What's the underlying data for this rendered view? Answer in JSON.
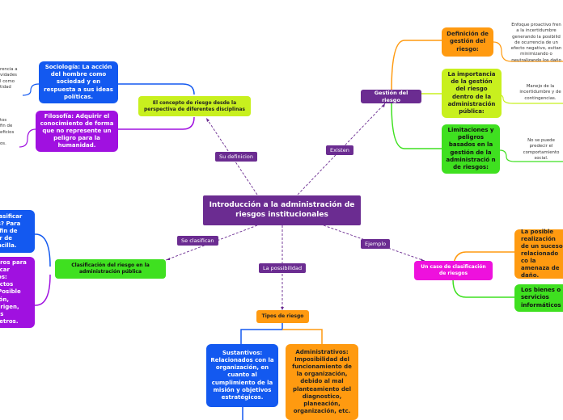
{
  "central": "Introducción a la administración de riesgos institucionales",
  "link_labels": {
    "su_definicion": "Su definicion",
    "existen": "Existen",
    "se_clasifican": "Se clasifican",
    "ejemplo": "Ejemplo",
    "la_posibilidad": "La possibilidad"
  },
  "concepto": {
    "title": "El concepto de riesgo desde la perspectiva de diferentes disciplinas",
    "sociologia": "Sociología: La acción del hombre como sociedad y en respuesta a sus ideas políticas.",
    "filosofia": "Filosofía: Adquirir el conocimiento de forma que no represente un peligro para la humanidad.",
    "note_sociologia": "rencia a\nvidades\nl como\ntidad",
    "note_filosofia": "tos\nfin de\neficios\n\nos."
  },
  "gestion": {
    "title": "Gestión del riesgo",
    "definicion": "Definición de gestión del riesgo:",
    "importancia": "La importancia de la gestión del riesgo dentro de la administración pública:",
    "limitaciones": "Limitaciones y peligros basados en la gestión de la administració n de riesgos:",
    "note_definicion": "Enfoque proactivo fren\na la incertidumbre\ngenerando la posibilid\nde ocurrencia de un\nefecto negativo, evitan\nminimizando o\nneutralizando los daño",
    "note_importancia": "Manejo de la\nincertidumbre y de\ncontingencias.",
    "note_limitaciones": "No se puede\npredecir el\ncomportamiento\nsocial."
  },
  "clasificacion": {
    "title": "Clasificación del riesgo en la administración pública",
    "top": "clasificar\nos? Para\na fin de\nnir de\nencilla.",
    "bottom": "etros para\nificar\ngos:\nfectos\n, Posible\nción,\n Origen,\nros\nmetros."
  },
  "caso": {
    "title": "Un caso de clasificación de riesgos",
    "posible": "La posible realización de un suceso relacionado co la amenaza de daño.",
    "bienes": "Los bienes o servicios informáticos"
  },
  "tipos": {
    "title": "Tipos de riesgo",
    "sustantivos": "Sustantivos: Relacionados con la organización, en cuanto al cumplimiento de la misión y objetivos estratégicos.",
    "administrativos": "Administrativos: Imposibilidad del funcionamiento de la organización, debido al mal planteamiento del diagnostico, planeación, organización, etc."
  },
  "colors": {
    "purple": "#6b2c91",
    "lime": "#c8f01e",
    "blue": "#1359f0",
    "violet": "#a011e0",
    "green": "#3fe020",
    "orange": "#ff9a10",
    "magenta": "#ee11dd"
  }
}
